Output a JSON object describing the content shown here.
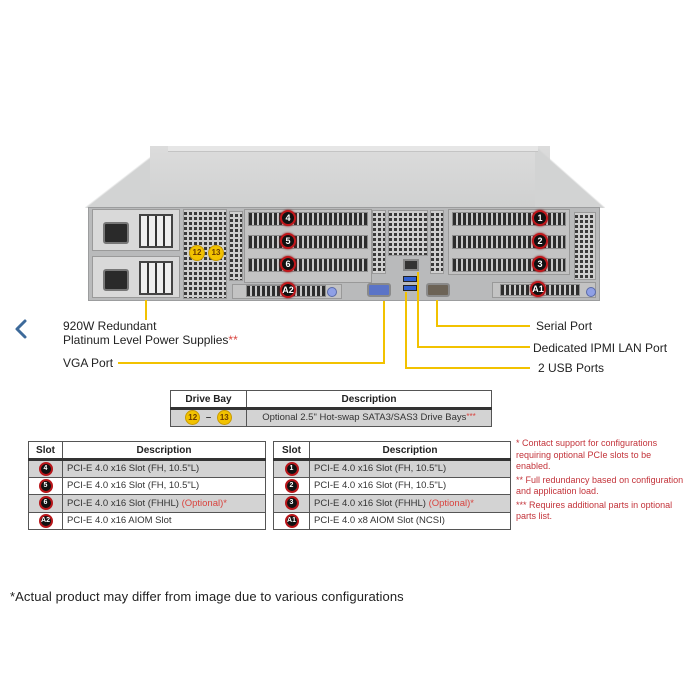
{
  "navigation": {
    "back_icon": "chevron-left-icon",
    "back_color": "#3d6a9a"
  },
  "diagram": {
    "title_hint": "Server rear view (2U)",
    "accent_line_color": "#f2c200",
    "badge_color": "#c0171b",
    "rear_badges": {
      "slot_4": "4",
      "slot_5": "5",
      "slot_6": "6",
      "slot_a2": "A2",
      "slot_1": "1",
      "slot_2": "2",
      "slot_3": "3",
      "slot_a1": "A1",
      "bay_12": "12",
      "bay_13": "13"
    },
    "callouts": {
      "psu_line1": "920W Redundant",
      "psu_line2": "Platinum Level Power Supplies",
      "psu_mark": "**",
      "vga": "VGA Port",
      "serial": "Serial Port",
      "ipmi": "Dedicated IPMI  LAN Port",
      "usb": "2 USB Ports"
    }
  },
  "drive_bay_table": {
    "headers": [
      "Drive Bay",
      "Description"
    ],
    "rows": [
      {
        "bay_from": "12",
        "dash": "–",
        "bay_to": "13",
        "description": "Optional 2.5\" Hot-swap SATA3/SAS3 Drive  Bays",
        "mark": "***"
      }
    ]
  },
  "slot_tables": {
    "left": {
      "headers": [
        "Slot",
        "Description"
      ],
      "rows": [
        {
          "slot": "4",
          "description": "PCI-E 4.0 x16 Slot (FH, 10.5\"L)",
          "optional": ""
        },
        {
          "slot": "5",
          "description": "PCI-E 4.0 x16 Slot (FH, 10.5\"L)",
          "optional": ""
        },
        {
          "slot": "6",
          "description": "PCI-E 4.0 x16 Slot (FHHL)",
          "optional": "(Optional)*"
        },
        {
          "slot": "A2",
          "description": "PCI-E 4.0 x16 AIOM Slot",
          "optional": ""
        }
      ]
    },
    "right": {
      "headers": [
        "Slot",
        "Description"
      ],
      "rows": [
        {
          "slot": "1",
          "description": "PCI-E 4.0 x16 Slot (FH, 10.5\"L)",
          "optional": ""
        },
        {
          "slot": "2",
          "description": "PCI-E 4.0 x16 Slot (FH, 10.5\"L)",
          "optional": ""
        },
        {
          "slot": "3",
          "description": "PCI-E 4.0 x16 Slot (FHHL)",
          "optional": "(Optional)*"
        },
        {
          "slot": "A1",
          "description": "PCI-E 4.0 x8 AIOM Slot (NCSI)",
          "optional": ""
        }
      ]
    }
  },
  "notes": [
    "* Contact support for configurations requiring optional PCIe slots to be enabled.",
    "**  Full redundancy based on configuration and application load.",
    "*** Requires additional parts in optional parts list."
  ],
  "disclaimer": "*Actual product may differ from image due to various configurations"
}
